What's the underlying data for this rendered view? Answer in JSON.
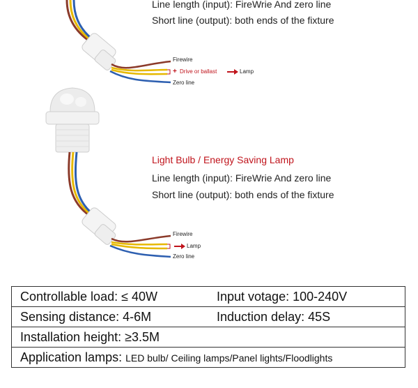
{
  "section1": {
    "input_line": "Line length (input): FireWrie And zero line",
    "output_line": "Short line (output): both ends of the fixture",
    "wire_firewire": "Firewire",
    "wire_plus": "+",
    "wire_drive": "Drive or ballast",
    "wire_lamp": "Lamp",
    "wire_zero": "Zero line"
  },
  "section2": {
    "title": "Light Bulb / Energy Saving Lamp",
    "input_line": "Line length (input): FireWrie And zero line",
    "output_line": "Short line (output): both ends of the fixture",
    "wire_firewire": "Firewire",
    "wire_lamp": "Lamp",
    "wire_zero": "Zero line"
  },
  "specs": {
    "controllable_load": "Controllable load: ≤ 40W",
    "input_voltage": "Input votage: 100-240V",
    "sensing_distance": "Sensing distance: 4-6M",
    "induction_delay": "Induction delay: 45S",
    "installation_height": "Installation height: ≥3.5M",
    "application_label": "Application lamps:",
    "application_value": "LED bulb/ Ceiling lamps/Panel lights/Floodlights"
  },
  "colors": {
    "red_text": "#c0141c",
    "wire_brown": "#8b3a2a",
    "wire_yellow": "#e6b800",
    "wire_blue": "#2d5fb0",
    "wire_white": "#f2f2f2"
  }
}
